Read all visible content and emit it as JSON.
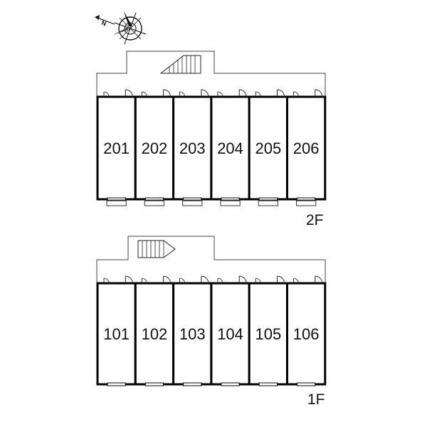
{
  "compass": {
    "north_label": "N"
  },
  "floors": [
    {
      "label": "2F",
      "units": [
        "201",
        "202",
        "203",
        "204",
        "205",
        "206"
      ]
    },
    {
      "label": "1F",
      "units": [
        "101",
        "102",
        "103",
        "104",
        "105",
        "106"
      ]
    }
  ]
}
